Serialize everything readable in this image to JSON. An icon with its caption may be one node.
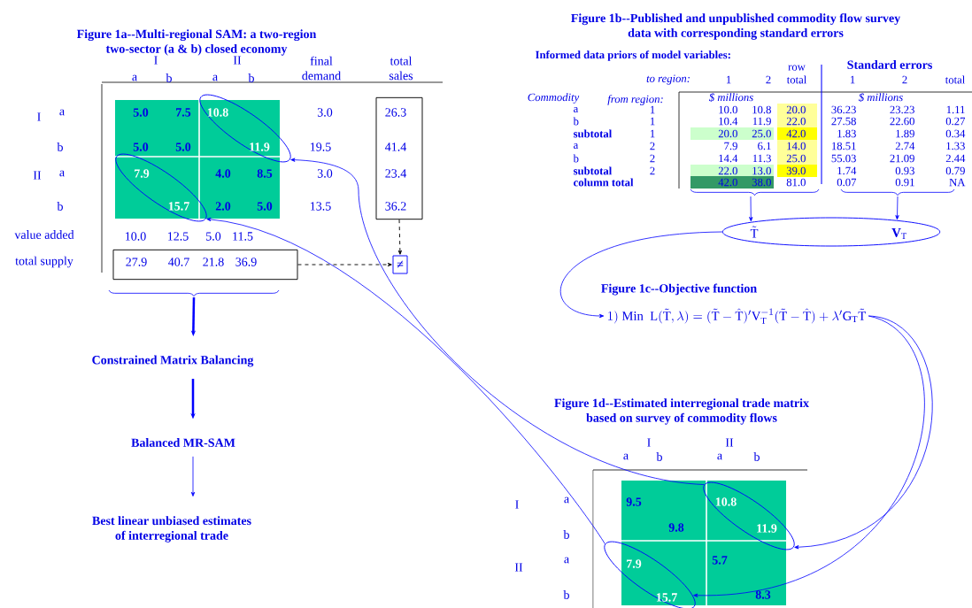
{
  "diagram": {
    "nodes": [
      {
        "text": [
          "10.8",
          "11.9"
        ]
      },
      {
        "text": [
          "7.9",
          "15.7"
        ]
      },
      {
        "text": [
          "26.3",
          "41.4",
          "23.4",
          "36.2"
        ]
      },
      {
        "text": [
          "27.9",
          "40.7",
          "21.8",
          "36.9"
        ]
      },
      {
        "text": [
          "≠"
        ]
      },
      {
        "text": [
          "Constrained Matrix Balancing"
        ]
      },
      {
        "text": [
          "Balanced MR-SAM"
        ]
      },
      {
        "text": [
          "Best linear unbiased estimates of interregional trade"
        ]
      },
      {
        "text": [
          "\\tilde{\\mathrm{T}}",
          "\\mathbf{V}_{\\mathrm{T}}"
        ]
      },
      {
        "text": [
          "1)\\ \\mathrm{Min}\\ \\ \\mathrm{L}(\\tilde{\\mathrm{T}},\\lambda) = (\\tilde{\\mathrm{T}}-\\hat{\\mathrm{T}})'\\mathrm{V}_{\\mathrm{T}}^{-1}(\\tilde{\\mathrm{T}}-\\hat{\\mathrm{T}})+\\lambda'\\mathrm{G}_{\\mathrm{T}}\\tilde{\\mathrm{T}}"
        ]
      },
      {
        "text": [
          "10.8",
          "11.9"
        ]
      },
      {
        "text": [
          "7.9",
          "15.7"
        ]
      }
    ],
    "edges": [
      {
        "from": 2,
        "to": 4,
        "arrow": "to",
        "style": "dashed",
        "color": "#000000"
      },
      {
        "from": 3,
        "to": 4,
        "arrow": "to",
        "style": "dashed",
        "color": "#000000"
      },
      {
        "from": null,
        "to": 5,
        "arrow": "to",
        "style": "thick"
      },
      {
        "from": 5,
        "to": 6,
        "arrow": "to",
        "style": "thick"
      },
      {
        "from": 6,
        "to": 7,
        "arrow": "to"
      },
      {
        "from": null,
        "to": 8,
        "arrow": "to"
      },
      {
        "from": null,
        "to": 8,
        "arrow": "to"
      },
      {
        "from": 8,
        "to": 9,
        "arrow": "to"
      },
      {
        "from": 9,
        "to": 10,
        "arrow": "to"
      },
      {
        "from": 9,
        "to": 11,
        "arrow": "to"
      },
      {
        "from": 10,
        "to": 0,
        "arrow": "to"
      },
      {
        "from": 11,
        "to": 1,
        "arrow": "to"
      }
    ],
    "labels": [
      "Figure 1a--Multi-regional SAM: a two-region two-sector (a & b) closed economy",
      "I",
      "II",
      "final demand",
      "total sales",
      "a",
      "b",
      "a",
      "b",
      "I",
      "a",
      "5.0",
      "7.5",
      "3.0",
      "b",
      "5.0",
      "5.0",
      "19.5",
      "II",
      "a",
      "4.0",
      "8.5",
      "3.0",
      "b",
      "2.0",
      "5.0",
      "13.5",
      "value added",
      "10.0",
      "12.5",
      "5.0",
      "11.5",
      "total supply",
      "Figure 1b--Published and unpublished commodity flow survey data with corresponding standard errors",
      "Informed data priors of model variables:",
      "row total",
      "Standard errors",
      "to region:",
      "1",
      "2",
      "1",
      "2",
      "total",
      "Commodity",
      "from region:",
      "$ millions",
      "$ millions",
      "a",
      "1",
      "10.0",
      "10.8",
      "20.0",
      "36.23",
      "23.23",
      "1.11",
      "b",
      "1",
      "10.4",
      "11.9",
      "22.0",
      "27.58",
      "22.60",
      "0.27",
      "subtotal",
      "1",
      "20.0",
      "25.0",
      "42.0",
      "1.83",
      "1.89",
      "0.34",
      "a",
      "2",
      "7.9",
      "6.1",
      "14.0",
      "18.51",
      "2.74",
      "1.33",
      "b",
      "2",
      "14.4",
      "11.3",
      "25.0",
      "55.03",
      "21.09",
      "2.44",
      "subtotal",
      "2",
      "22.0",
      "13.0",
      "39.0",
      "1.74",
      "0.93",
      "0.79",
      "column total",
      "42.0",
      "38.0",
      "81.0",
      "0.07",
      "0.91",
      "NA",
      "Figure 1c--Objective function",
      "Figure 1d--Estimated interregional trade matrix based on survey of commodity flows",
      "I",
      "II",
      "a",
      "b",
      "a",
      "b",
      "I",
      "a",
      "9.5",
      "b",
      "9.8",
      "II",
      "a",
      "5.7",
      "b",
      "8.3"
    ]
  }
}
